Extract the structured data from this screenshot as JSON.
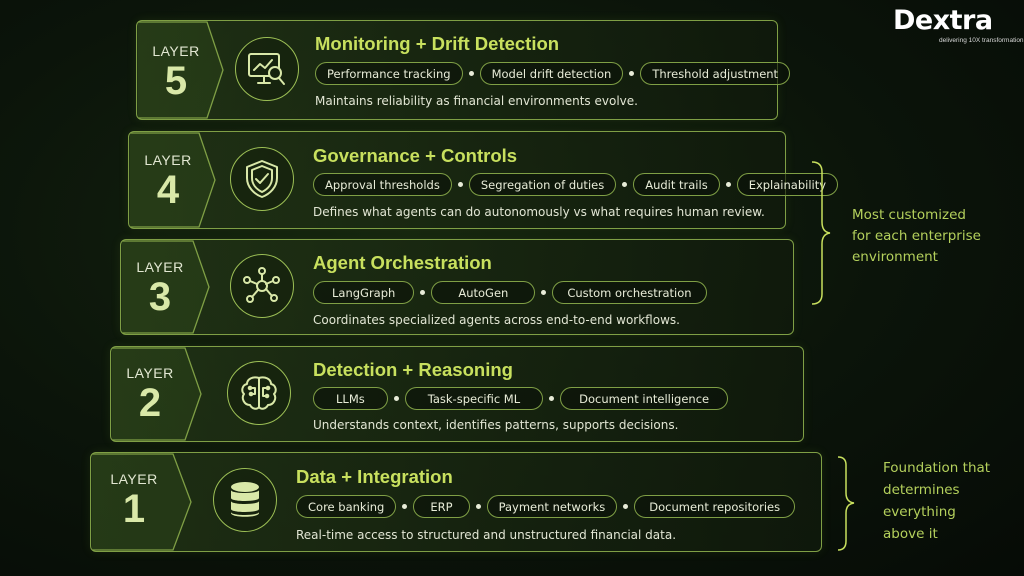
{
  "brand": {
    "name": "Dextra",
    "tagline": "delivering 10X transformation"
  },
  "layer_label": "LAYER",
  "layers": [
    {
      "number": "5",
      "title": "Monitoring + Drift Detection",
      "icon": "monitor-chart-magnifier-icon",
      "pills": [
        "Performance tracking",
        "Model drift detection",
        "Threshold adjustment"
      ],
      "description": "Maintains reliability as financial environments evolve."
    },
    {
      "number": "4",
      "title": "Governance + Controls",
      "icon": "shield-check-icon",
      "pills": [
        "Approval thresholds",
        "Segregation of duties",
        "Audit trails",
        "Explainability"
      ],
      "description": "Defines what agents can do autonomously vs what requires human review."
    },
    {
      "number": "3",
      "title": "Agent Orchestration",
      "icon": "network-nodes-icon",
      "pills": [
        "LangGraph",
        "AutoGen",
        "Custom orchestration"
      ],
      "description": "Coordinates specialized agents across end-to-end workflows."
    },
    {
      "number": "2",
      "title": "Detection + Reasoning",
      "icon": "brain-circuit-icon",
      "pills": [
        "LLMs",
        "Task-specific ML",
        "Document intelligence"
      ],
      "description": "Understands context, identifies patterns, supports decisions."
    },
    {
      "number": "1",
      "title": "Data + Integration",
      "icon": "database-icon",
      "pills": [
        "Core banking",
        "ERP",
        "Payment networks",
        "Document repositories"
      ],
      "description": "Real-time access to structured and unstructured financial data."
    }
  ],
  "notes": {
    "top": [
      "Most customized",
      "for each enterprise",
      "environment"
    ],
    "bottom": [
      "Foundation that",
      "determines",
      "everything",
      "above it"
    ]
  },
  "colors": {
    "accent": "#c8e05e",
    "border": "#7f9f45",
    "number": "#d9e8a8"
  }
}
